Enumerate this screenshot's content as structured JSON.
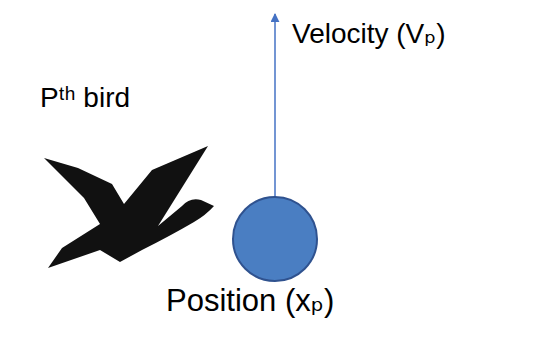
{
  "diagram": {
    "labels": [
      "Velocity (Vₚ)",
      "Pᵗʰ bird",
      "Position (xₚ)"
    ]
  }
}
